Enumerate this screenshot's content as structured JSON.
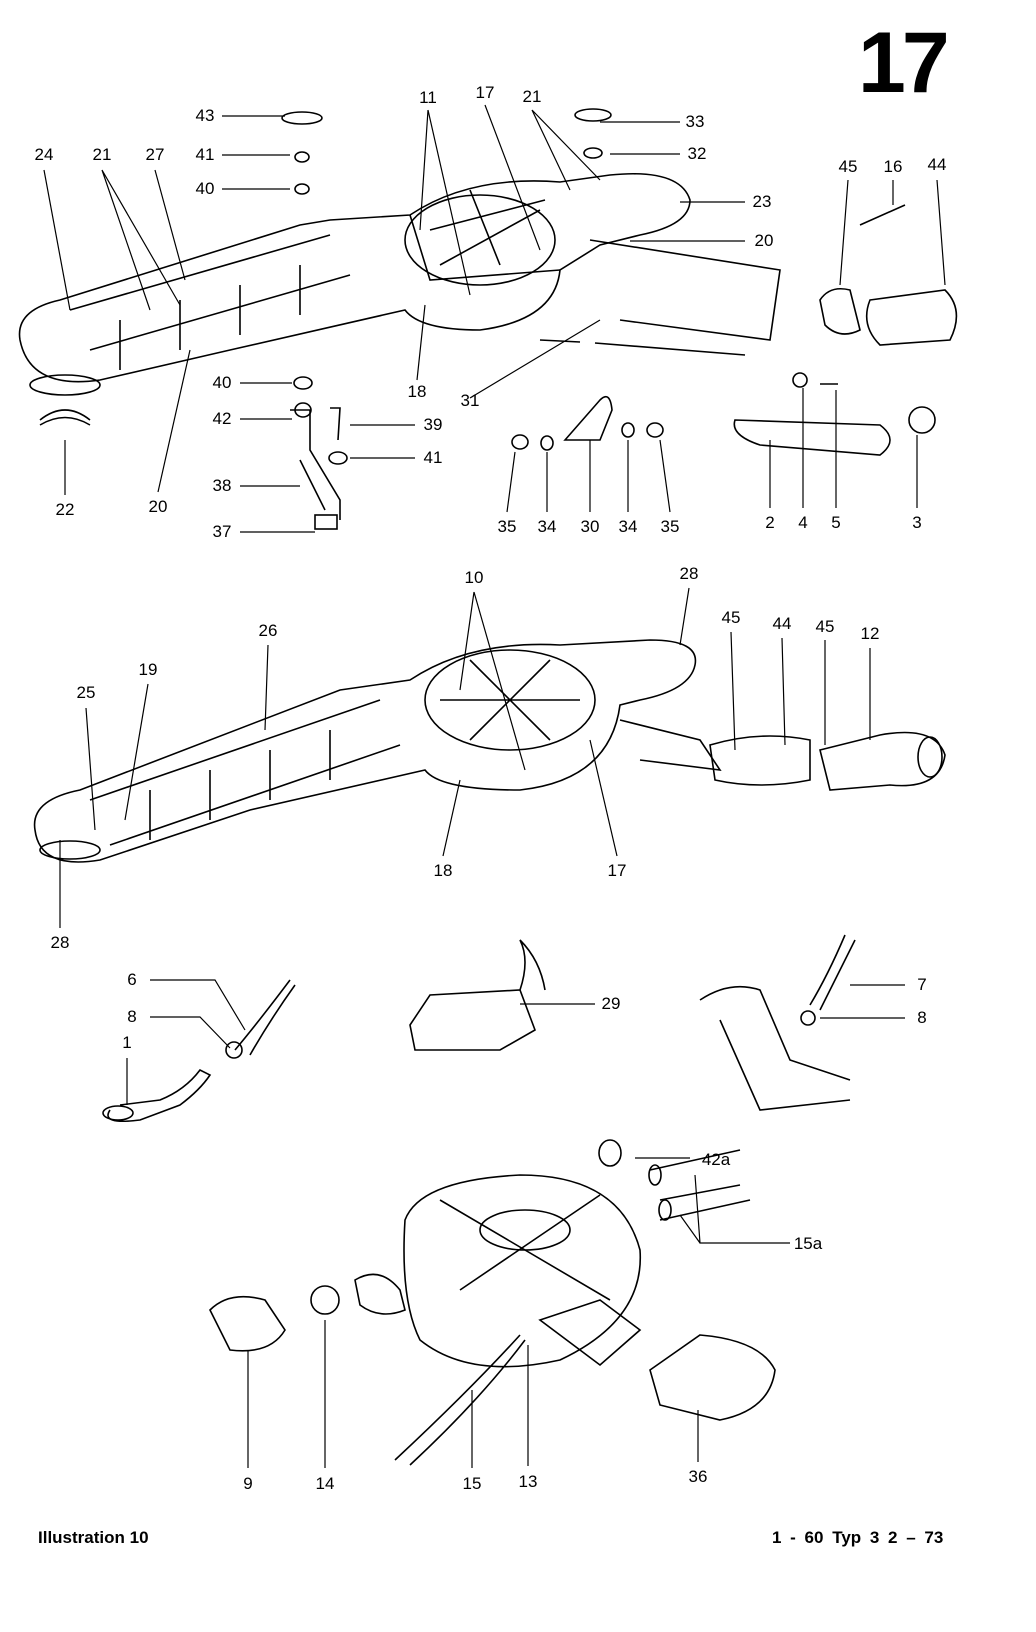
{
  "page_number": "17",
  "footer": {
    "left": "Illustration 10",
    "right": "1 - 60   Typ 3  2 – 73"
  },
  "callouts": {
    "top": [
      "43",
      "41",
      "40",
      "11",
      "17",
      "21",
      "33",
      "32",
      "24",
      "21",
      "27",
      "45",
      "16",
      "44",
      "23",
      "20",
      "18",
      "31",
      "40",
      "42",
      "39",
      "41",
      "38",
      "37",
      "22",
      "20",
      "35",
      "34",
      "30",
      "34",
      "35",
      "2",
      "4",
      "5",
      "3"
    ],
    "middle": [
      "10",
      "28",
      "26",
      "45",
      "44",
      "45",
      "12",
      "25",
      "19",
      "18",
      "17",
      "28"
    ],
    "lower": [
      "6",
      "8",
      "1",
      "29",
      "7",
      "8",
      "42a",
      "15a",
      "9",
      "14",
      "15",
      "13",
      "36"
    ]
  }
}
